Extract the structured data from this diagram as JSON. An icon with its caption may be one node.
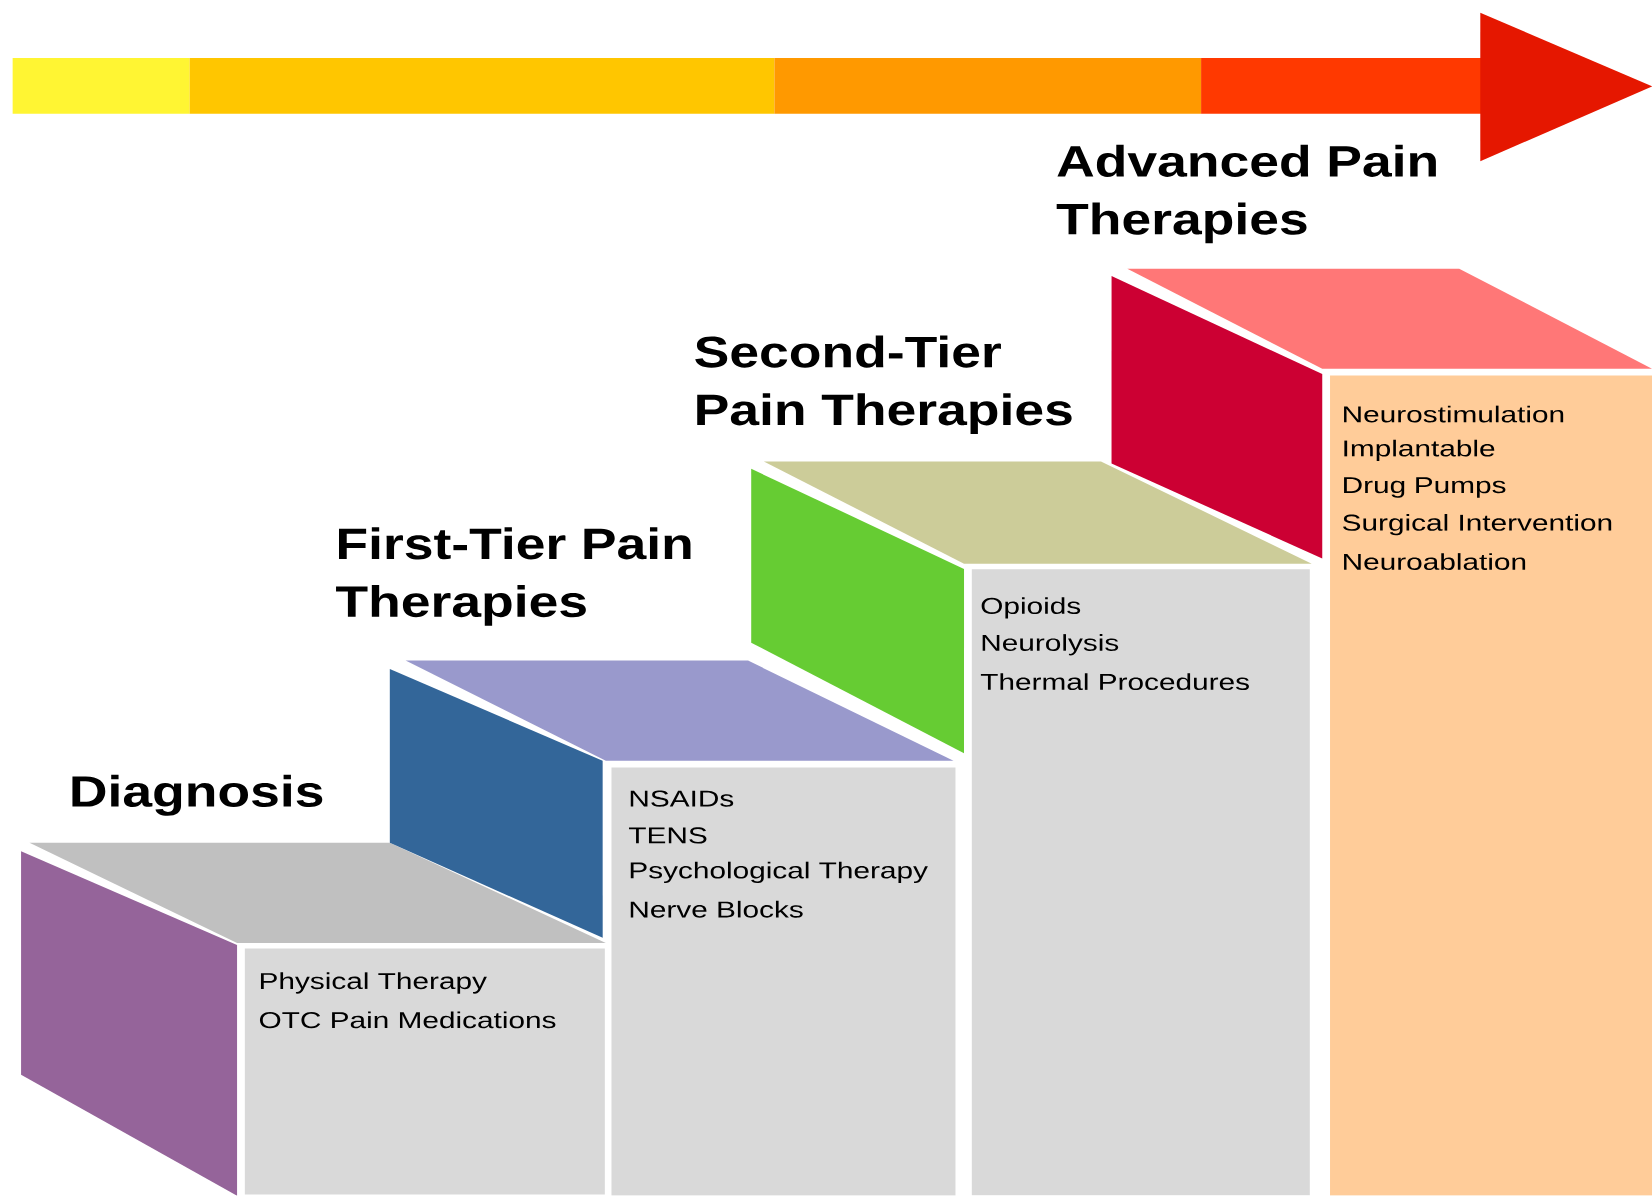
{
  "diagram": {
    "nodes": [
      {
        "text": [
          "Diagnosis",
          "Physical Therapy",
          "OTC Pain Medications"
        ]
      },
      {
        "text": [
          "First-Tier Pain Therapies",
          "NSAIDs",
          "TENS",
          "Psychological Therapy",
          "Nerve Blocks"
        ]
      },
      {
        "text": [
          "Second-Tier Pain Therapies",
          "Opioids",
          "Neurolysis",
          "Thermal Procedures"
        ]
      },
      {
        "text": [
          "Advanced Pain Therapies",
          "Neurostimulation",
          "Implantable Drug Pumps",
          "Surgical Intervention",
          "Neuroablation"
        ]
      }
    ]
  }
}
